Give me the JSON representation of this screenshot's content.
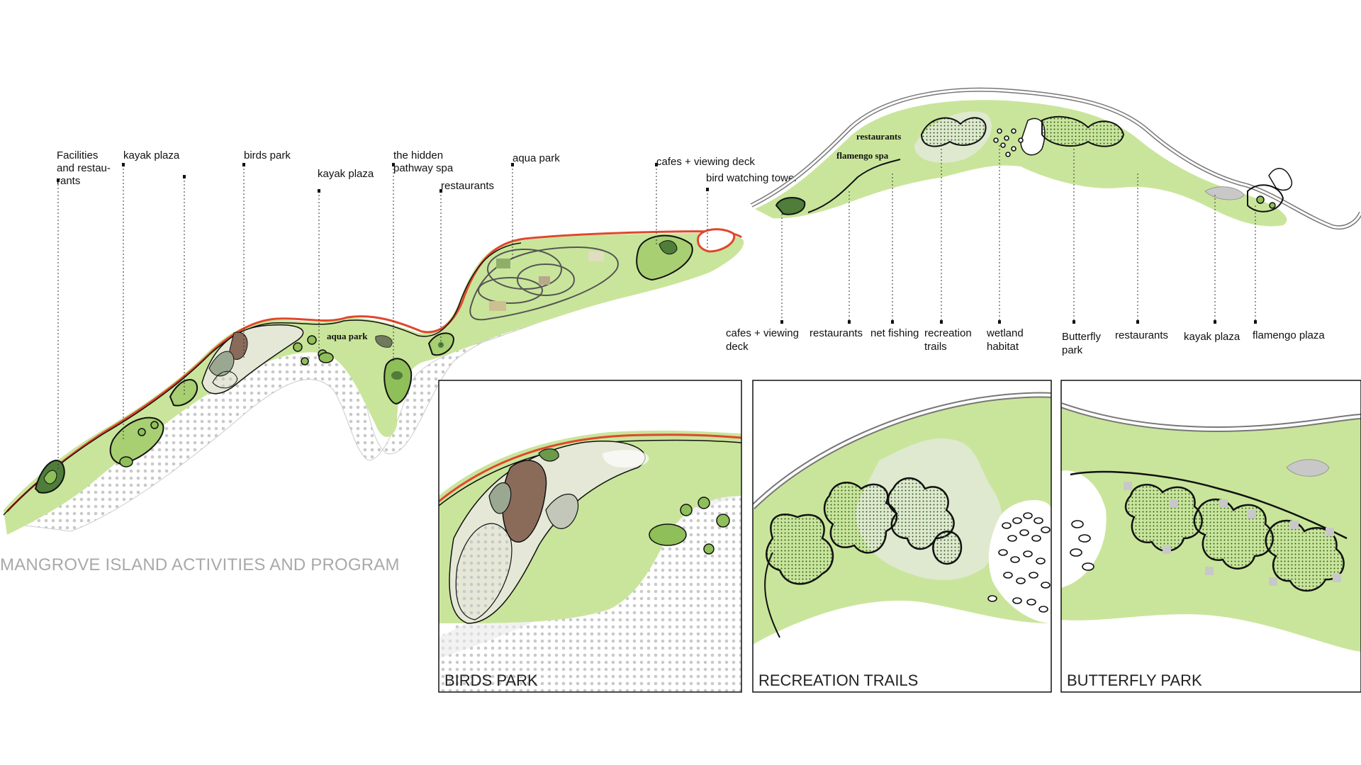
{
  "diagram_title": "MANGROVE ISLAND ACTIVITIES AND PROGRAM",
  "left_island_labels": [
    {
      "id": "facilities",
      "lines": [
        "Facilities",
        "and restau-",
        "rants"
      ]
    },
    {
      "id": "kayak-1",
      "lines": [
        "kayak plaza"
      ]
    },
    {
      "id": "birds-park",
      "lines": [
        "birds park"
      ]
    },
    {
      "id": "kayak-2",
      "lines": [
        "kayak plaza"
      ]
    },
    {
      "id": "hidden-spa",
      "lines": [
        "the hidden",
        "pathway spa"
      ]
    },
    {
      "id": "restaurants",
      "lines": [
        "restaurants"
      ]
    },
    {
      "id": "aqua-park",
      "lines": [
        "aqua park"
      ]
    },
    {
      "id": "cafes",
      "lines": [
        "cafes + viewing deck"
      ]
    },
    {
      "id": "bird-tower",
      "lines": [
        "bird watching tower"
      ]
    }
  ],
  "left_island_inline_label": "aqua park",
  "right_island_top_labels": [
    "restaurants",
    "flamengo spa"
  ],
  "right_island_bottom_labels": [
    {
      "id": "cafes",
      "lines": [
        "cafes + viewing",
        "deck"
      ]
    },
    {
      "id": "restaurants-1",
      "lines": [
        "restaurants"
      ]
    },
    {
      "id": "net-fishing",
      "lines": [
        "net fishing"
      ]
    },
    {
      "id": "recreation-trails",
      "lines": [
        "recreation",
        "trails"
      ]
    },
    {
      "id": "wetland",
      "lines": [
        "wetland",
        "habitat"
      ]
    },
    {
      "id": "butterfly",
      "lines": [
        "Butterfly",
        "park"
      ]
    },
    {
      "id": "restaurants-2",
      "lines": [
        "restaurants"
      ]
    },
    {
      "id": "kayak",
      "lines": [
        "kayak plaza"
      ]
    },
    {
      "id": "flamengo-plaza",
      "lines": [
        "flamengo plaza"
      ]
    }
  ],
  "panels": [
    "BIRDS PARK",
    "RECREATION TRAILS",
    "BUTTERFLY PARK"
  ],
  "colors": {
    "land": "#c9e59b",
    "water": "#e4e4e4",
    "vegetation": "#4f7d3a",
    "path_red": "#e0472c",
    "title_gray": "#a9a9a9"
  }
}
